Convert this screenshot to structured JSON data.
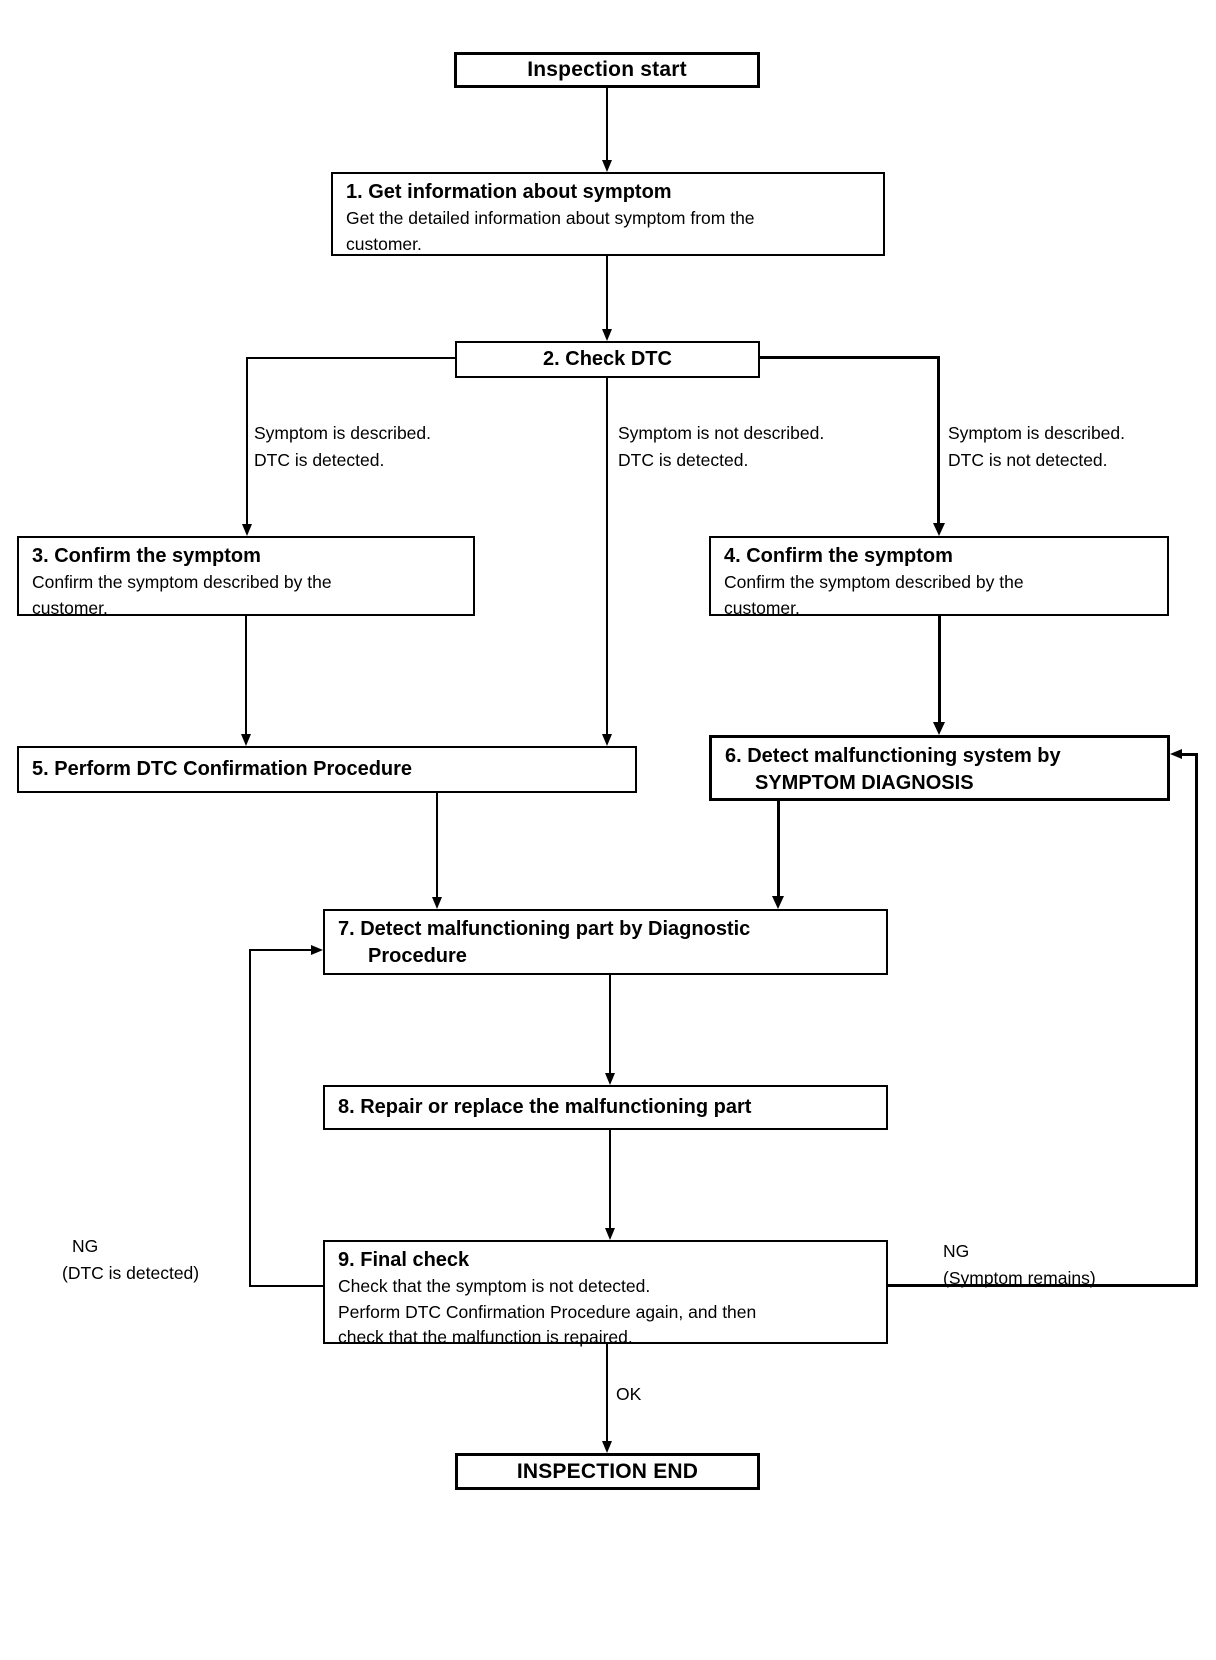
{
  "flowchart": {
    "start": {
      "label": "Inspection start"
    },
    "end": {
      "label": "INSPECTION END"
    },
    "steps": {
      "step1": {
        "title": "1. Get information about symptom",
        "desc_lines": [
          "Get the detailed information about symptom from the",
          "customer."
        ]
      },
      "step2": {
        "title": "2. Check DTC"
      },
      "step3": {
        "title": "3. Confirm the symptom",
        "desc_lines": [
          "Confirm the symptom described by the",
          "customer."
        ]
      },
      "step4": {
        "title": "4. Confirm the symptom",
        "desc_lines": [
          "Confirm the symptom described by the",
          "customer."
        ]
      },
      "step5": {
        "title": "5. Perform DTC Confirmation Procedure"
      },
      "step6": {
        "title_lines": [
          "6. Detect malfunctioning system by",
          "SYMPTOM DIAGNOSIS"
        ]
      },
      "step7": {
        "title_lines": [
          "7. Detect malfunctioning part by Diagnostic",
          "Procedure"
        ]
      },
      "step8": {
        "title": "8. Repair or replace the malfunctioning part"
      },
      "step9": {
        "title": "9. Final check",
        "desc_lines": [
          "Check that the symptom is not detected.",
          "Perform DTC Confirmation Procedure again, and then",
          "check that the malfunction is repaired."
        ]
      }
    },
    "branch_labels": {
      "left": {
        "lines": [
          "Symptom is described.",
          "DTC is detected."
        ]
      },
      "middle": {
        "lines": [
          "Symptom is not described.",
          "DTC is detected."
        ]
      },
      "right": {
        "lines": [
          "Symptom is described.",
          "DTC is not detected."
        ]
      }
    },
    "edge_labels": {
      "ok": "OK",
      "ng_left": {
        "lines": [
          "NG",
          "(DTC is detected)"
        ]
      },
      "ng_right": {
        "lines": [
          "NG",
          "(Symptom remains)"
        ]
      }
    },
    "colors": {
      "line": "#000000",
      "text": "#000000",
      "background": "#ffffff",
      "box_fill": "#ffffff"
    }
  }
}
